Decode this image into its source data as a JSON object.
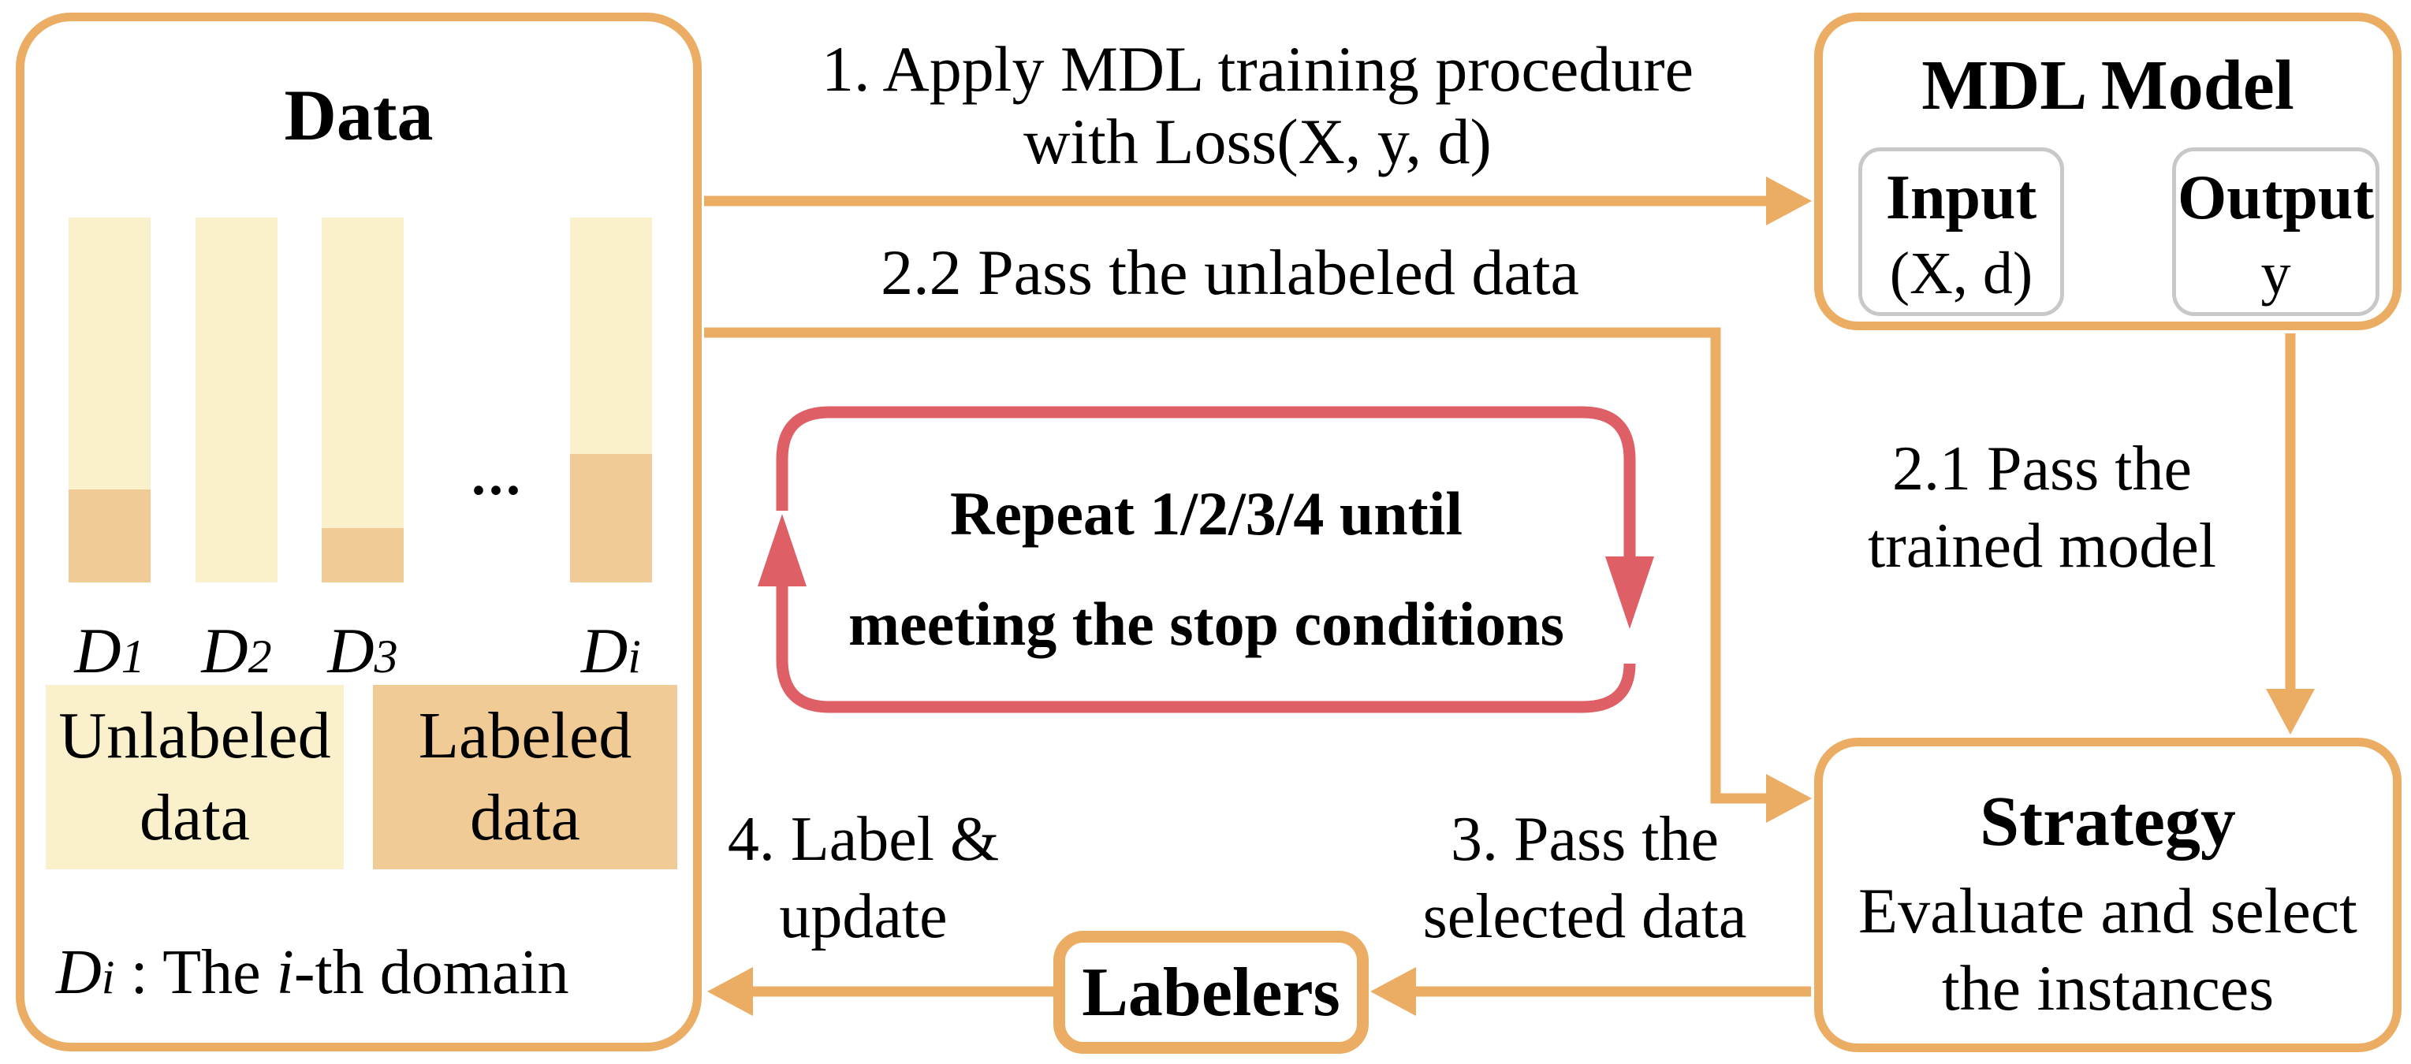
{
  "colors": {
    "accent_orange": "#EBAC63",
    "loop_red": "#DF5F66",
    "unlabeled_cream": "#FAF0CB",
    "labeled_tan": "#F1CB95",
    "inner_box_border": "#C8C8C8",
    "text": "#000000"
  },
  "data_box": {
    "title": "Data",
    "ellipsis": "...",
    "bars": [
      {
        "d": "D",
        "sub": "1",
        "labeled_fraction": 0.255
      },
      {
        "d": "D",
        "sub": "2",
        "labeled_fraction": 0
      },
      {
        "d": "D",
        "sub": "3",
        "labeled_fraction": 0.149
      },
      {
        "d": "D",
        "sub": "i",
        "labeled_fraction": 0.352
      }
    ],
    "legend": {
      "unlabeled_line1": "Unlabeled",
      "unlabeled_line2": "data",
      "labeled_line1": "Labeled",
      "labeled_line2": "data"
    },
    "caption": {
      "d": "D",
      "sub": "i",
      "mid": " : The ",
      "it": "i",
      "tail": "-th domain"
    }
  },
  "mdl_box": {
    "title": "MDL Model",
    "input_title": "Input",
    "input_sub": "(X, d)",
    "output_title": "Output",
    "output_sub": "y"
  },
  "strategy_box": {
    "title": "Strategy",
    "line1": "Evaluate and select",
    "line2": "the instances"
  },
  "labelers_box": {
    "title": "Labelers"
  },
  "loop": {
    "line1": "Repeat 1/2/3/4 until",
    "line2": "meeting the stop conditions"
  },
  "edges": {
    "step1_line1": "1. Apply MDL training procedure",
    "step1_line2": "with Loss(X, y, d)",
    "step22": "2.2 Pass the unlabeled data",
    "step21_line1": "2.1 Pass the",
    "step21_line2": "trained model",
    "step3_line1": "3. Pass the",
    "step3_line2": "selected data",
    "step4_line1": "4. Label &",
    "step4_line2": "update"
  }
}
